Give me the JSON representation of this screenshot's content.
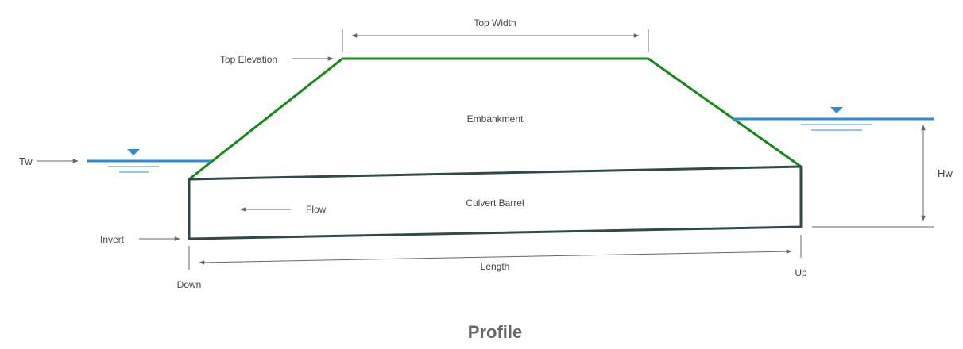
{
  "labels": {
    "top_width": "Top Width",
    "top_elevation": "Top Elevation",
    "embankment": "Embankment",
    "tw": "Tw",
    "hw": "Hw",
    "culvert_barrel": "Culvert Barrel",
    "flow": "Flow",
    "invert": "Invert",
    "length": "Length",
    "down": "Down",
    "up": "Up",
    "title": "Profile"
  },
  "colors": {
    "embankment": "#138a13",
    "barrel": "#2f4a4a",
    "water": "#2b8bd6",
    "dimension": "#666666",
    "text": "#444444"
  },
  "icons": {
    "water_marker": "inverted-triangle",
    "arrow": "arrowhead"
  }
}
